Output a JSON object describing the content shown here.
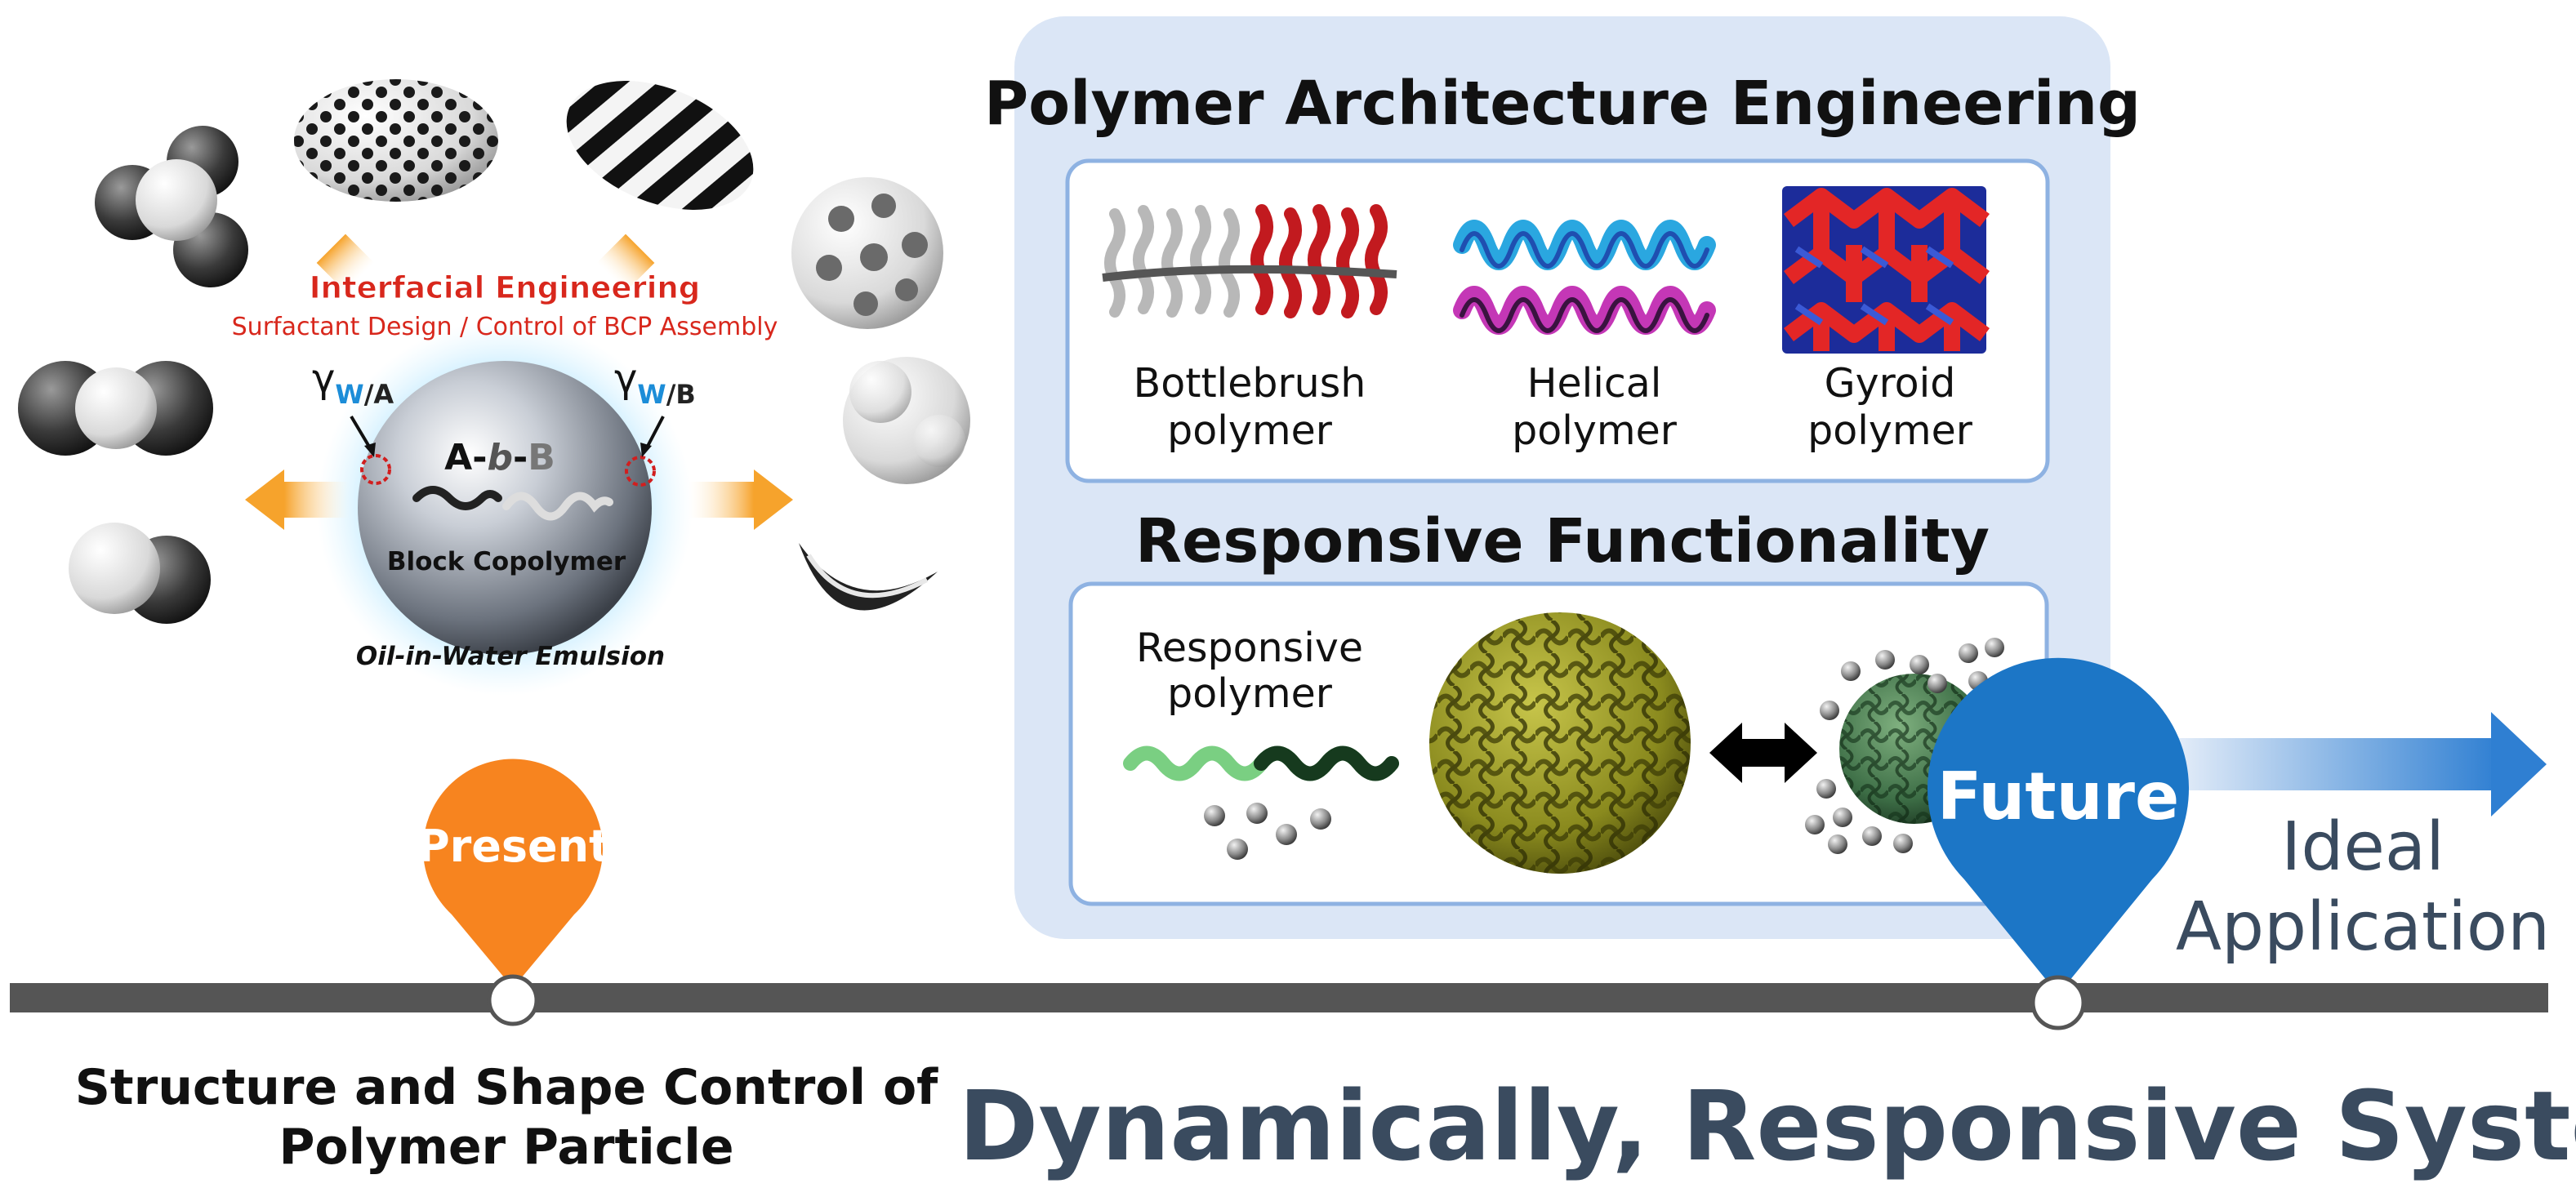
{
  "left": {
    "interfacial_title": "Interfacial Engineering",
    "interfacial_subtitle": "Surfactant Design / Control of BCP Assembly",
    "gamma_wa": {
      "symbol": "γ",
      "sub_w": "W",
      "sub_rest": "/A"
    },
    "gamma_wb": {
      "symbol": "γ",
      "sub_w": "W",
      "sub_rest": "/B"
    },
    "abb_a": "A",
    "abb_dash1": "-",
    "abb_b_italic": "b",
    "abb_dash2": "-",
    "abb_b": "B",
    "block_copolymer_label": "Block Copolymer",
    "emulsion_label": "Oil-in-Water Emulsion",
    "caption_line1": "Structure and Shape Control of",
    "caption_line2": "Polymer Particle"
  },
  "architecture": {
    "title": "Polymer Architecture Engineering",
    "items": [
      {
        "line1": "Bottlebrush",
        "line2": "polymer"
      },
      {
        "line1": "Helical",
        "line2": "polymer"
      },
      {
        "line1": "Gyroid",
        "line2": "polymer"
      }
    ]
  },
  "responsive": {
    "title": "Responsive Functionality",
    "label_line1": "Responsive",
    "label_line2": "polymer"
  },
  "timeline": {
    "present_label": "Present",
    "future_label": "Future",
    "ideal_line1": "Ideal",
    "ideal_line2": "Application"
  },
  "headline": "Dynamically, Responsive System",
  "colors": {
    "present": "#f7841f",
    "future": "#1c76c6",
    "panel": "#dbe6f6",
    "panel_inner_border": "#8eb2e2",
    "timeline_bar": "#555555",
    "headline": "#3a4b5f",
    "interfacial_red": "#d8271c",
    "subscript_blue": "#1c8dd8",
    "arrow_orange": "#f6a32c"
  }
}
